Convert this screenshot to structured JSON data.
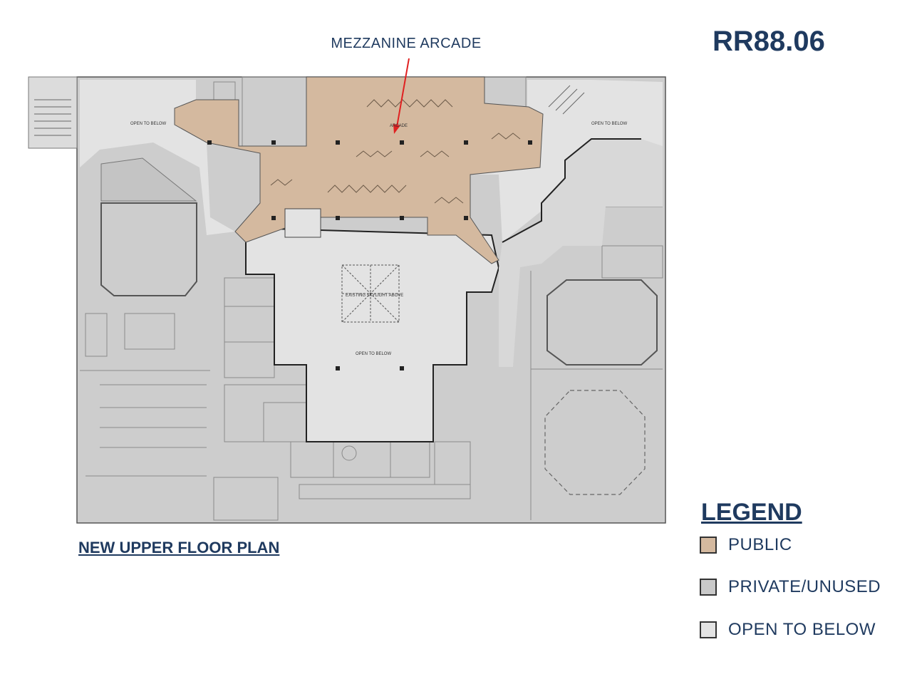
{
  "header": {
    "project_code": "RR88.06",
    "callout": "MEZZANINE ARCADE"
  },
  "plan": {
    "title": "NEW UPPER FLOOR PLAN",
    "labels": {
      "open_to_below": "OPEN TO BELOW",
      "arcade": "ARCADE",
      "skylight": "EXISTING SKYLIGHT ABOVE"
    }
  },
  "legend": {
    "title": "LEGEND",
    "items": [
      {
        "label": "PUBLIC",
        "color": "#d4b99f"
      },
      {
        "label": "PRIVATE/UNUSED",
        "color": "#c9c9c9"
      },
      {
        "label": "OPEN TO BELOW",
        "color": "#e3e3e3"
      }
    ]
  },
  "colors": {
    "public": "#d4b99f",
    "private": "#cdcdcd",
    "open": "#e3e3e3",
    "accent": "#1f3a5f",
    "arrow": "#e02020"
  }
}
